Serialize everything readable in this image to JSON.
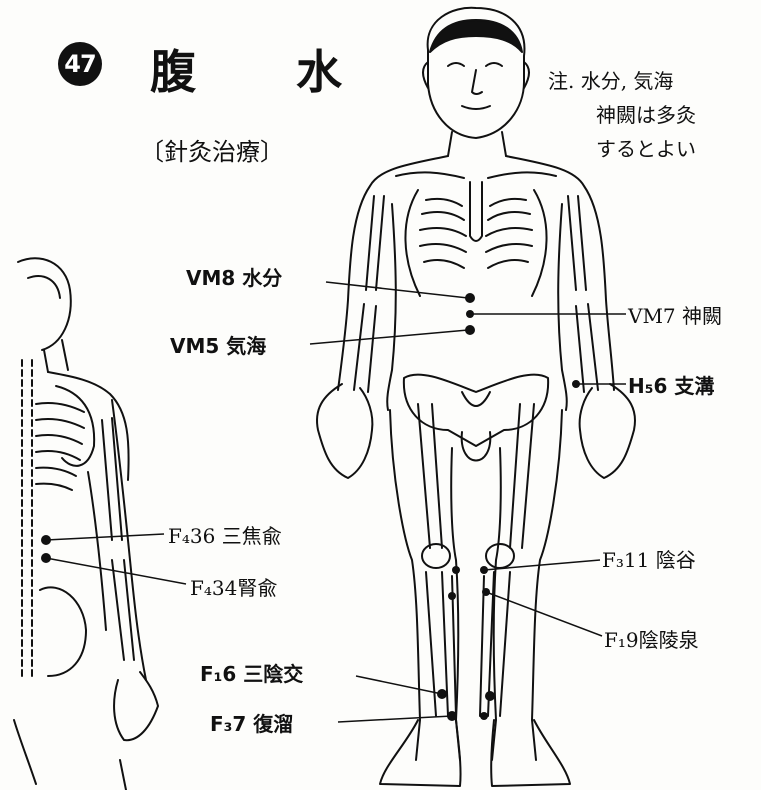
{
  "header": {
    "number": "47",
    "title_char_1": "腹",
    "title_char_2": "水",
    "subtitle": "〔針灸治療〕"
  },
  "note": {
    "line1": "注. 水分, 気海",
    "line2": "神闕は多灸",
    "line3": "するとよい"
  },
  "points": {
    "vm8": "VM8 水分",
    "vm7": "VM7 神闕",
    "vm5": "VM5 気海",
    "h56": "H₅6 支溝",
    "f436": "F₄36 三焦兪",
    "f434": "F₄34腎兪",
    "f311": "F₃11 陰谷",
    "f19": "F₁9陰陵泉",
    "f16": "F₁6 三陰交",
    "f37": "F₃7 復溜"
  }
}
